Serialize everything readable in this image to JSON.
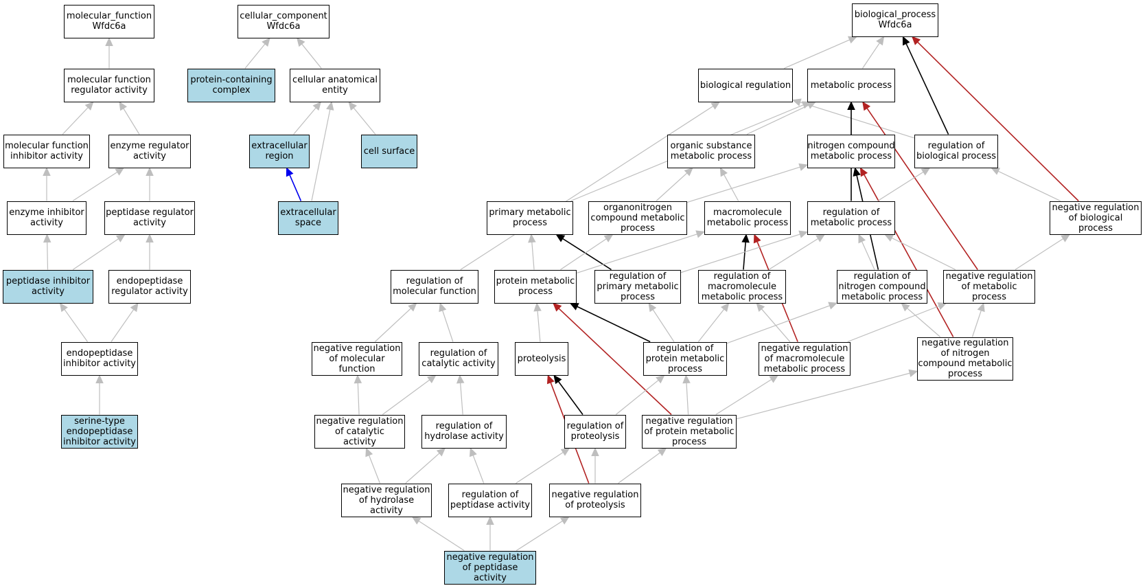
{
  "nodes": [
    {
      "id": "mf",
      "lines": [
        "molecular_function",
        "Wfdc6a"
      ],
      "hl": false
    },
    {
      "id": "cc",
      "lines": [
        "cellular_component",
        "Wfdc6a"
      ],
      "hl": false
    },
    {
      "id": "bp",
      "lines": [
        "biological_process",
        "Wfdc6a"
      ],
      "hl": false
    },
    {
      "id": "mfra",
      "lines": [
        "molecular function",
        "regulator activity"
      ],
      "hl": false
    },
    {
      "id": "pcc",
      "lines": [
        "protein-containing",
        "complex"
      ],
      "hl": true
    },
    {
      "id": "cae",
      "lines": [
        "cellular anatomical",
        "entity"
      ],
      "hl": false
    },
    {
      "id": "breg",
      "lines": [
        "biological regulation"
      ],
      "hl": false
    },
    {
      "id": "metp",
      "lines": [
        "metabolic process"
      ],
      "hl": false
    },
    {
      "id": "mfia",
      "lines": [
        "molecular function",
        "inhibitor activity"
      ],
      "hl": false
    },
    {
      "id": "era",
      "lines": [
        "enzyme regulator",
        "activity"
      ],
      "hl": false
    },
    {
      "id": "exr",
      "lines": [
        "extracellular",
        "region"
      ],
      "hl": true
    },
    {
      "id": "cs",
      "lines": [
        "cell surface"
      ],
      "hl": true
    },
    {
      "id": "osmp",
      "lines": [
        "organic substance",
        "metabolic process"
      ],
      "hl": false
    },
    {
      "id": "ncmp",
      "lines": [
        "nitrogen compound",
        "metabolic process"
      ],
      "hl": false
    },
    {
      "id": "rbp",
      "lines": [
        "regulation of",
        "biological process"
      ],
      "hl": false
    },
    {
      "id": "eia",
      "lines": [
        "enzyme inhibitor",
        "activity"
      ],
      "hl": false
    },
    {
      "id": "pra",
      "lines": [
        "peptidase regulator",
        "activity"
      ],
      "hl": false
    },
    {
      "id": "exs",
      "lines": [
        "extracellular",
        "space"
      ],
      "hl": true
    },
    {
      "id": "pmp",
      "lines": [
        "primary metabolic",
        "process"
      ],
      "hl": false
    },
    {
      "id": "oncmp",
      "lines": [
        "organonitrogen",
        "compound metabolic",
        "process"
      ],
      "hl": false
    },
    {
      "id": "mmp",
      "lines": [
        "macromolecule",
        "metabolic process"
      ],
      "hl": false
    },
    {
      "id": "rmp",
      "lines": [
        "regulation of",
        "metabolic process"
      ],
      "hl": false
    },
    {
      "id": "nrbp",
      "lines": [
        "negative regulation",
        "of biological",
        "process"
      ],
      "hl": false
    },
    {
      "id": "pia",
      "lines": [
        "peptidase inhibitor",
        "activity"
      ],
      "hl": true
    },
    {
      "id": "epra",
      "lines": [
        "endopeptidase",
        "regulator activity"
      ],
      "hl": false
    },
    {
      "id": "rmf",
      "lines": [
        "regulation of",
        "molecular function"
      ],
      "hl": false
    },
    {
      "id": "prmp",
      "lines": [
        "protein metabolic",
        "process"
      ],
      "hl": false
    },
    {
      "id": "rpmp",
      "lines": [
        "regulation of",
        "primary metabolic",
        "process"
      ],
      "hl": false
    },
    {
      "id": "rmmp",
      "lines": [
        "regulation of",
        "macromolecule",
        "metabolic process"
      ],
      "hl": false
    },
    {
      "id": "rncmp",
      "lines": [
        "regulation of",
        "nitrogen compound",
        "metabolic process"
      ],
      "hl": false
    },
    {
      "id": "nrmp",
      "lines": [
        "negative regulation",
        "of metabolic",
        "process"
      ],
      "hl": false
    },
    {
      "id": "epia",
      "lines": [
        "endopeptidase",
        "inhibitor activity"
      ],
      "hl": false
    },
    {
      "id": "nrmf",
      "lines": [
        "negative regulation",
        "of molecular",
        "function"
      ],
      "hl": false
    },
    {
      "id": "rca",
      "lines": [
        "regulation of",
        "catalytic activity"
      ],
      "hl": false
    },
    {
      "id": "prot",
      "lines": [
        "proteolysis"
      ],
      "hl": false
    },
    {
      "id": "rprmp",
      "lines": [
        "regulation of",
        "protein metabolic",
        "process"
      ],
      "hl": false
    },
    {
      "id": "nrmmp",
      "lines": [
        "negative regulation",
        "of macromolecule",
        "metabolic process"
      ],
      "hl": false
    },
    {
      "id": "nrncmp",
      "lines": [
        "negative regulation",
        "of nitrogen",
        "compound metabolic",
        "process"
      ],
      "hl": false
    },
    {
      "id": "stepia",
      "lines": [
        "serine-type",
        "endopeptidase",
        "inhibitor activity"
      ],
      "hl": true
    },
    {
      "id": "nrca",
      "lines": [
        "negative regulation",
        "of catalytic",
        "activity"
      ],
      "hl": false
    },
    {
      "id": "rha",
      "lines": [
        "regulation of",
        "hydrolase activity"
      ],
      "hl": false
    },
    {
      "id": "rprot",
      "lines": [
        "regulation of",
        "proteolysis"
      ],
      "hl": false
    },
    {
      "id": "nrprmp",
      "lines": [
        "negative regulation",
        "of protein metabolic",
        "process"
      ],
      "hl": false
    },
    {
      "id": "nrha",
      "lines": [
        "negative regulation",
        "of hydrolase",
        "activity"
      ],
      "hl": false
    },
    {
      "id": "rpa",
      "lines": [
        "regulation of",
        "peptidase activity"
      ],
      "hl": false
    },
    {
      "id": "nrprot",
      "lines": [
        "negative regulation",
        "of proteolysis"
      ],
      "hl": false
    },
    {
      "id": "nrpa",
      "lines": [
        "negative regulation",
        "of peptidase",
        "activity"
      ],
      "hl": true
    }
  ],
  "edges": [
    {
      "from": "mfra",
      "to": "mf",
      "kind": "is_a"
    },
    {
      "from": "mfia",
      "to": "mfra",
      "kind": "is_a"
    },
    {
      "from": "era",
      "to": "mfra",
      "kind": "is_a"
    },
    {
      "from": "eia",
      "to": "mfia",
      "kind": "is_a"
    },
    {
      "from": "eia",
      "to": "era",
      "kind": "is_a"
    },
    {
      "from": "pra",
      "to": "era",
      "kind": "is_a"
    },
    {
      "from": "pia",
      "to": "eia",
      "kind": "is_a"
    },
    {
      "from": "pia",
      "to": "pra",
      "kind": "is_a"
    },
    {
      "from": "epra",
      "to": "pra",
      "kind": "is_a"
    },
    {
      "from": "epia",
      "to": "pia",
      "kind": "is_a"
    },
    {
      "from": "epia",
      "to": "epra",
      "kind": "is_a"
    },
    {
      "from": "stepia",
      "to": "epia",
      "kind": "is_a"
    },
    {
      "from": "pcc",
      "to": "cc",
      "kind": "is_a"
    },
    {
      "from": "cae",
      "to": "cc",
      "kind": "is_a"
    },
    {
      "from": "exr",
      "to": "cae",
      "kind": "is_a"
    },
    {
      "from": "cs",
      "to": "cae",
      "kind": "is_a"
    },
    {
      "from": "exs",
      "to": "cae",
      "kind": "is_a"
    },
    {
      "from": "exs",
      "to": "exr",
      "kind": "part_of"
    },
    {
      "from": "breg",
      "to": "bp",
      "kind": "is_a"
    },
    {
      "from": "metp",
      "to": "bp",
      "kind": "is_a"
    },
    {
      "from": "rbp",
      "to": "bp",
      "kind": "regulates"
    },
    {
      "from": "nrbp",
      "to": "bp",
      "kind": "negatively_regulates"
    },
    {
      "from": "rbp",
      "to": "breg",
      "kind": "is_a"
    },
    {
      "from": "rmf",
      "to": "breg",
      "kind": "is_a"
    },
    {
      "from": "osmp",
      "to": "metp",
      "kind": "is_a"
    },
    {
      "from": "ncmp",
      "to": "metp",
      "kind": "is_a"
    },
    {
      "from": "pmp",
      "to": "metp",
      "kind": "is_a"
    },
    {
      "from": "rmp",
      "to": "metp",
      "kind": "regulates"
    },
    {
      "from": "nrmp",
      "to": "metp",
      "kind": "negatively_regulates"
    },
    {
      "from": "oncmp",
      "to": "osmp",
      "kind": "is_a"
    },
    {
      "from": "mmp",
      "to": "osmp",
      "kind": "is_a"
    },
    {
      "from": "oncmp",
      "to": "ncmp",
      "kind": "is_a"
    },
    {
      "from": "rncmp",
      "to": "ncmp",
      "kind": "regulates"
    },
    {
      "from": "nrncmp",
      "to": "ncmp",
      "kind": "negatively_regulates"
    },
    {
      "from": "rmp",
      "to": "rbp",
      "kind": "is_a"
    },
    {
      "from": "nrbp",
      "to": "rbp",
      "kind": "is_a"
    },
    {
      "from": "nrmp",
      "to": "nrbp",
      "kind": "is_a"
    },
    {
      "from": "prmp",
      "to": "pmp",
      "kind": "is_a"
    },
    {
      "from": "rpmp",
      "to": "pmp",
      "kind": "regulates"
    },
    {
      "from": "prmp",
      "to": "oncmp",
      "kind": "is_a"
    },
    {
      "from": "prmp",
      "to": "mmp",
      "kind": "is_a"
    },
    {
      "from": "rmmp",
      "to": "mmp",
      "kind": "regulates"
    },
    {
      "from": "nrmmp",
      "to": "mmp",
      "kind": "negatively_regulates"
    },
    {
      "from": "rpmp",
      "to": "rmp",
      "kind": "is_a"
    },
    {
      "from": "rmmp",
      "to": "rmp",
      "kind": "is_a"
    },
    {
      "from": "rncmp",
      "to": "rmp",
      "kind": "is_a"
    },
    {
      "from": "nrmp",
      "to": "rmp",
      "kind": "is_a"
    },
    {
      "from": "nrmf",
      "to": "rmf",
      "kind": "is_a"
    },
    {
      "from": "rca",
      "to": "rmf",
      "kind": "is_a"
    },
    {
      "from": "prot",
      "to": "prmp",
      "kind": "is_a"
    },
    {
      "from": "rprmp",
      "to": "prmp",
      "kind": "regulates"
    },
    {
      "from": "nrprmp",
      "to": "prmp",
      "kind": "negatively_regulates"
    },
    {
      "from": "rprmp",
      "to": "rpmp",
      "kind": "is_a"
    },
    {
      "from": "rprmp",
      "to": "rmmp",
      "kind": "is_a"
    },
    {
      "from": "nrmmp",
      "to": "rmmp",
      "kind": "is_a"
    },
    {
      "from": "rprmp",
      "to": "rncmp",
      "kind": "is_a"
    },
    {
      "from": "nrncmp",
      "to": "rncmp",
      "kind": "is_a"
    },
    {
      "from": "nrmmp",
      "to": "nrmp",
      "kind": "is_a"
    },
    {
      "from": "nrncmp",
      "to": "nrmp",
      "kind": "is_a"
    },
    {
      "from": "nrca",
      "to": "nrmf",
      "kind": "is_a"
    },
    {
      "from": "nrca",
      "to": "rca",
      "kind": "is_a"
    },
    {
      "from": "rha",
      "to": "rca",
      "kind": "is_a"
    },
    {
      "from": "rprot",
      "to": "prot",
      "kind": "regulates"
    },
    {
      "from": "nrprot",
      "to": "prot",
      "kind": "negatively_regulates"
    },
    {
      "from": "rprot",
      "to": "rprmp",
      "kind": "is_a"
    },
    {
      "from": "nrprmp",
      "to": "rprmp",
      "kind": "is_a"
    },
    {
      "from": "nrprmp",
      "to": "nrmmp",
      "kind": "is_a"
    },
    {
      "from": "nrprmp",
      "to": "nrncmp",
      "kind": "is_a"
    },
    {
      "from": "nrha",
      "to": "nrca",
      "kind": "is_a"
    },
    {
      "from": "nrha",
      "to": "rha",
      "kind": "is_a"
    },
    {
      "from": "rpa",
      "to": "rha",
      "kind": "is_a"
    },
    {
      "from": "rpa",
      "to": "rprot",
      "kind": "is_a"
    },
    {
      "from": "nrprot",
      "to": "rprot",
      "kind": "is_a"
    },
    {
      "from": "nrprot",
      "to": "nrprmp",
      "kind": "is_a"
    },
    {
      "from": "nrpa",
      "to": "nrha",
      "kind": "is_a"
    },
    {
      "from": "nrpa",
      "to": "rpa",
      "kind": "is_a"
    },
    {
      "from": "nrpa",
      "to": "nrprot",
      "kind": "is_a"
    }
  ],
  "edge_colors": {
    "is_a": "#bebebe",
    "part_of": "#0000ee",
    "regulates": "#000000",
    "negatively_regulates": "#b22222"
  }
}
